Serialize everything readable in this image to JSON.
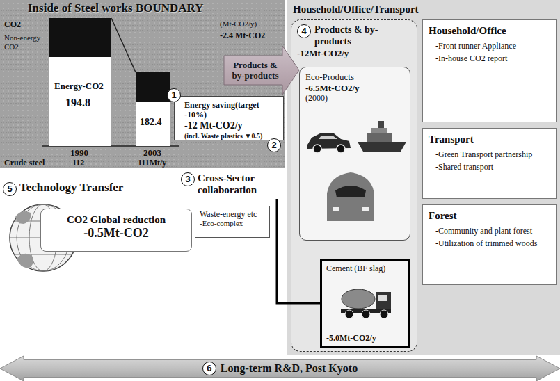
{
  "diagram": {
    "nodes": [
      {
        "text": [
          "Inside of Steel works BOUNDARY"
        ]
      },
      {
        "text": [
          "Energy saving(target -10%)",
          "-12 Mt-CO2/y",
          "(incl. Waste plastics ▼0.5)"
        ],
        "in": 0
      },
      {
        "text": [
          "Products & by-products"
        ]
      },
      {
        "text": [
          "Household/Office/Transport"
        ]
      },
      {
        "text": [
          "4",
          "Products & by-products",
          "-12Mt-CO2/y"
        ],
        "in": 3
      },
      {
        "text": [
          "Eco-Products",
          "-6.5Mt-CO2/y",
          "(2000)"
        ],
        "in": 4
      },
      {
        "text": [
          "Cement (BF slag)",
          "-5.0Mt-CO2/y"
        ],
        "in": 4
      },
      {
        "text": [
          "Household/Office",
          "-Front runner Appliance",
          "-In-house CO2 report"
        ],
        "in": 3
      },
      {
        "text": [
          "Transport",
          "-Green Transport partnership",
          "-Shared transport"
        ],
        "in": 3
      },
      {
        "text": [
          "Forest",
          "-Community and plant forest",
          "-Utilization of trimmed woods"
        ],
        "in": 3
      },
      {
        "text": [
          "3",
          "Cross-Sector collaboration"
        ]
      },
      {
        "text": [
          "Waste-energy etc",
          "-Eco-complex"
        ]
      },
      {
        "text": [
          "CO2 Global reduction",
          "-0.5Mt-CO2"
        ]
      },
      {
        "text": [
          "6",
          "Long-term R&D, Post Kyoto"
        ]
      }
    ],
    "edges": [
      {
        "from": 10,
        "to": 6,
        "arrow": "none"
      }
    ],
    "labels": [
      "CO2",
      "(Mt-CO2/y)",
      "Non-energy CO2",
      "-2.4 Mt-CO2",
      "Energy-CO2",
      "194.8",
      "182.4",
      "1990",
      "2003",
      "Crude steel",
      "112",
      "111Mt/y",
      "1",
      "2",
      "5",
      "Technology Transfer"
    ]
  }
}
